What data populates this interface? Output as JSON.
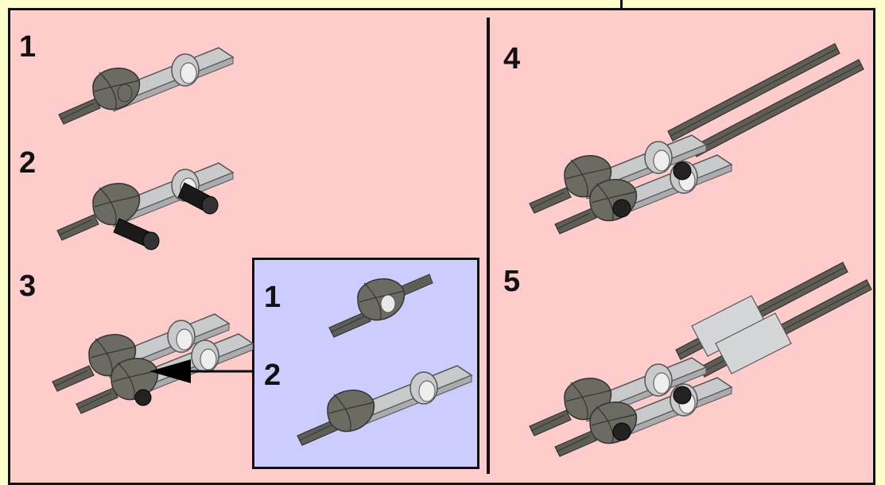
{
  "steps": {
    "s1": "1",
    "s2": "2",
    "s3": "3",
    "s4": "4",
    "s5": "5"
  },
  "subassembly": {
    "s1": "1",
    "s2": "2"
  },
  "colors": {
    "page_background": "#ffffcc",
    "panel_background": "#ffcccc",
    "subassembly_background": "#ccccff",
    "light_gray_part": "#c8cacc",
    "dark_gray_part": "#6b6b62",
    "black_pin": "#1a1a1a"
  }
}
